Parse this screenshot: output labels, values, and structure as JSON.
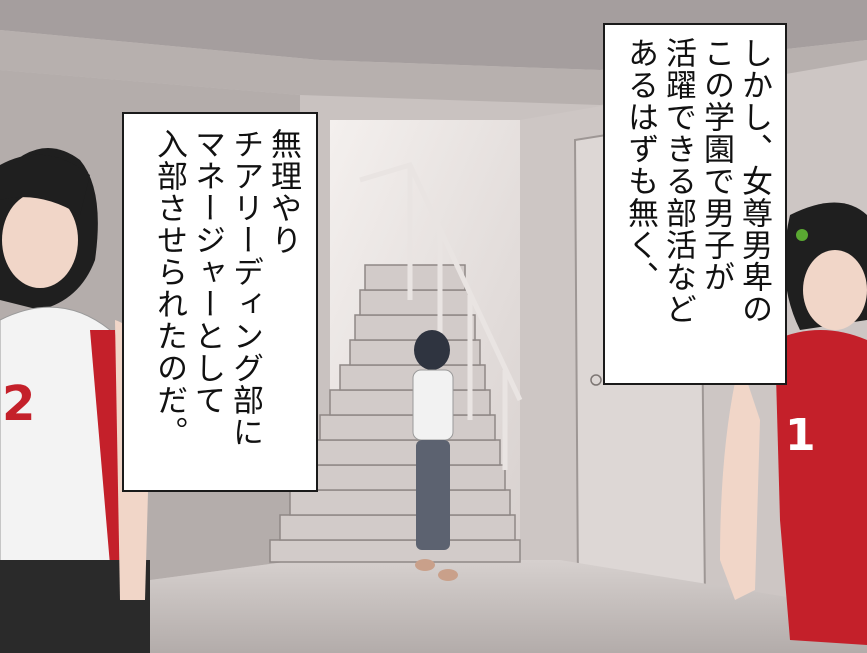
{
  "captions": {
    "right": {
      "lines": [
        "しかし、女尊男卑の",
        "この学園で男子が",
        "活躍できる部活など",
        "あるはずも無く、"
      ]
    },
    "left": {
      "lines": [
        "無理やり",
        "チアリーディング部に",
        "マネージャーとして",
        "入部させられたのだ。"
      ]
    }
  },
  "jerseys": {
    "left_number": "2",
    "right_number": "1"
  },
  "colors": {
    "wall": "#cfc9c7",
    "ceiling": "#aaa3a3",
    "floor": "#bdb6b4",
    "jersey_red": "#c4202a",
    "uniform_black": "#2a2a2a"
  }
}
